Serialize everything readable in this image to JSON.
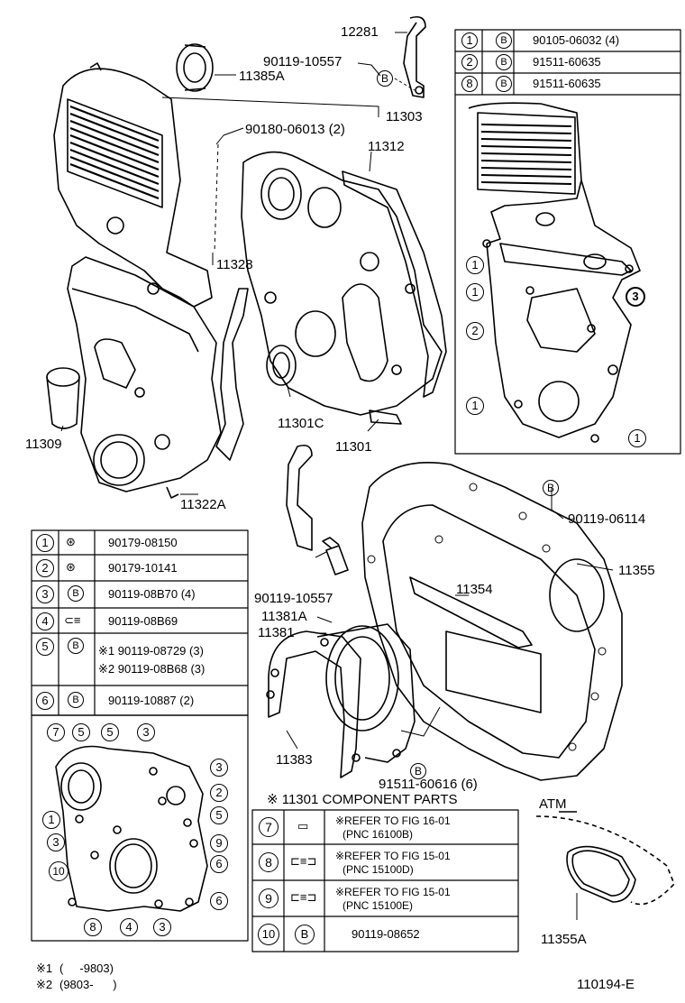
{
  "labels": {
    "p12281": "12281",
    "p90119_10557_top": "90119-10557",
    "p11385A": "11385A",
    "p11303": "11303",
    "p90180": "90180-06013 (2)",
    "p11312": "11312",
    "p11328": "11328",
    "p11309": "11309",
    "p11301C": "11301C",
    "p11301": "11301",
    "p11322A": "11322A",
    "p90119_06114": "90119-06114",
    "p11355": "11355",
    "p11354": "11354",
    "p90119_10557_mid": "90119-10557",
    "p11381A": "11381A",
    "p11381": "11381",
    "p11383": "11383",
    "p91511_60616": "91511-60616 (6)",
    "atm": "ATM",
    "p11355A": "11355A",
    "component_title": "※ 11301 COMPONENT PARTS",
    "fig_id": "110194-E",
    "note1_mark": "※1",
    "note1_range": "(     -9803)",
    "note2_mark": "※2",
    "note2_range": "(9803-      )"
  },
  "bolt_table_top": [
    {
      "key": "1",
      "sym": "B",
      "part": "90105-06032 (4)"
    },
    {
      "key": "2",
      "sym": "B",
      "part": "91511-60635"
    },
    {
      "key": "8",
      "sym": "B",
      "part": "91511-60635"
    }
  ],
  "bolt_table_mid": [
    {
      "key": "1",
      "sym": "⊛",
      "part": "90179-08150"
    },
    {
      "key": "2",
      "sym": "⊛",
      "part": "90179-10141"
    },
    {
      "key": "3",
      "sym": "B",
      "part": "90119-08B70 (4)"
    },
    {
      "key": "4",
      "sym": "⊂≡",
      "part": "90119-08B69"
    },
    {
      "key": "5",
      "sym": "B",
      "part": "※1 90119-08729 (3)",
      "part2": "※2 90119-08B68 (3)"
    },
    {
      "key": "6",
      "sym": "B",
      "part": "90119-10887 (2)"
    }
  ],
  "component_table": [
    {
      "key": "7",
      "sym": "▭",
      "line1": "※REFER TO FIG 16-01",
      "line2": "(PNC 16100B)"
    },
    {
      "key": "8",
      "sym": "⊏≡⊐",
      "line1": "※REFER TO FIG 15-01",
      "line2": "(PNC 15100D)"
    },
    {
      "key": "9",
      "sym": "⊏≡⊐",
      "line1": "※REFER TO FIG 15-01",
      "line2": "(PNC 15100E)"
    },
    {
      "key": "10",
      "sym": "B",
      "line1": "90119-08652",
      "line2": ""
    }
  ],
  "callouts_top_right": [
    "1",
    "1",
    "2",
    "1",
    "1",
    "3"
  ],
  "callouts_bottom_left": [
    "7",
    "5",
    "5",
    "3",
    "3",
    "2",
    "1",
    "5",
    "3",
    "9",
    "10",
    "6",
    "6",
    "8",
    "4",
    "3"
  ]
}
